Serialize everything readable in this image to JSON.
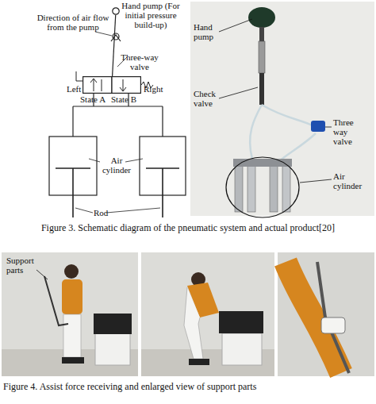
{
  "diagram": {
    "caption": "Figure 3. Schematic diagram of the pneumatic system and actual product[20]",
    "nodes": [
      {
        "text": [
          "Hand pump (For initial pressure build-up)"
        ]
      },
      {
        "text": [
          "Three-way valve"
        ]
      }
    ],
    "edges": [
      {
        "from": 0,
        "to": 1,
        "arrow": "none"
      }
    ],
    "labels": [
      "Direction of air flow from the pump",
      "Left",
      "State A",
      "State B",
      "Right",
      "Air cylinder",
      "Rod",
      "Hand pump",
      "Check valve",
      "Three way valve",
      "Air cylinder",
      "Support parts",
      "Figure 4. Assist force receiving and enlarged view of support parts"
    ]
  }
}
